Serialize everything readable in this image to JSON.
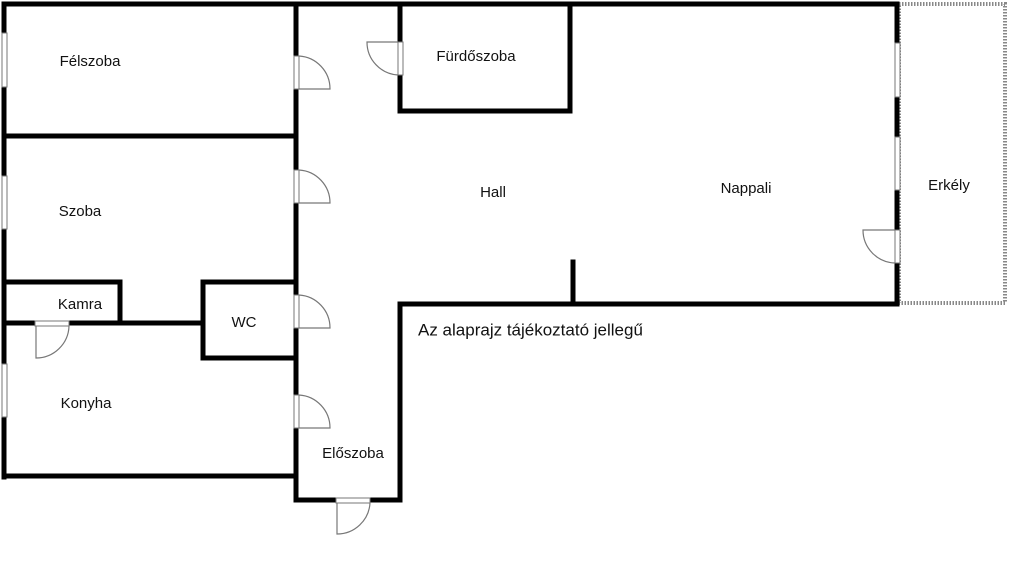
{
  "rooms": {
    "felszoba": "Félszoba",
    "szoba": "Szoba",
    "kamra": "Kamra",
    "wc": "WC",
    "konyha": "Konyha",
    "eloszoba": "Előszoba",
    "hall": "Hall",
    "furdoszoba": "Fürdőszoba",
    "nappali": "Nappali",
    "erkely": "Erkély"
  },
  "note": "Az alaprajz tájékoztató jellegű"
}
